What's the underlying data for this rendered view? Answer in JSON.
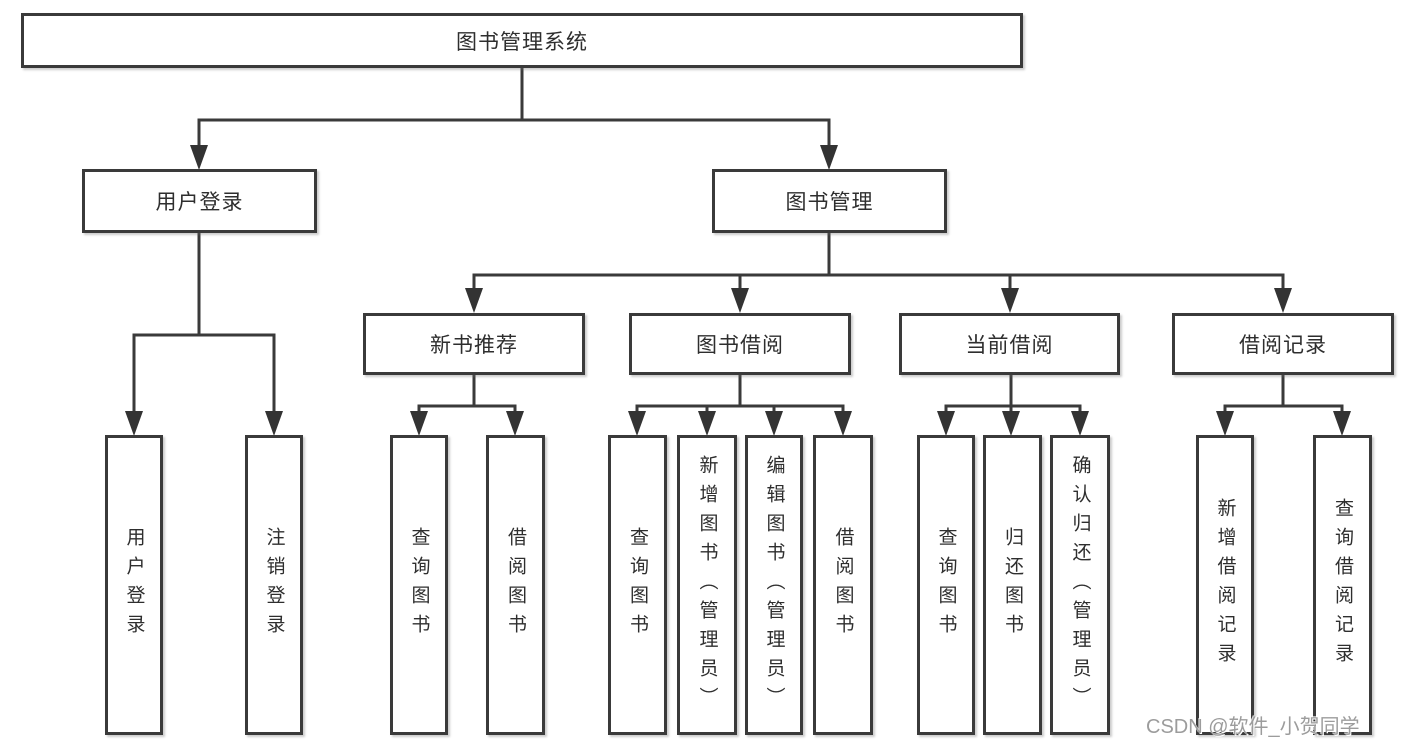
{
  "diagram": {
    "tree": {
      "root": {
        "label": "图书管理系统"
      },
      "children": [
        {
          "label": "用户登录",
          "children": [
            {
              "label": "用户登录"
            },
            {
              "label": "注销登录"
            }
          ]
        },
        {
          "label": "图书管理",
          "children": [
            {
              "label": "新书推荐",
              "children": [
                {
                  "label": "查询图书"
                },
                {
                  "label": "借阅图书"
                }
              ]
            },
            {
              "label": "图书借阅",
              "children": [
                {
                  "label": "查询图书"
                },
                {
                  "label": "新增图书（管理员）"
                },
                {
                  "label": "编辑图书（管理员）"
                },
                {
                  "label": "借阅图书"
                }
              ]
            },
            {
              "label": "当前借阅",
              "children": [
                {
                  "label": "查询图书"
                },
                {
                  "label": "归还图书"
                },
                {
                  "label": "确认归还（管理员）"
                }
              ]
            },
            {
              "label": "借阅记录",
              "children": [
                {
                  "label": "新增借阅记录"
                },
                {
                  "label": "查询借阅记录"
                }
              ]
            }
          ]
        }
      ]
    },
    "colors": {
      "line": "#3a3a3a",
      "box_border": "#3a3a3a",
      "text": "#2e2e2e",
      "watermark": "#9c9c9c"
    }
  },
  "watermark": {
    "text": "CSDN @软件_小贺同学"
  }
}
